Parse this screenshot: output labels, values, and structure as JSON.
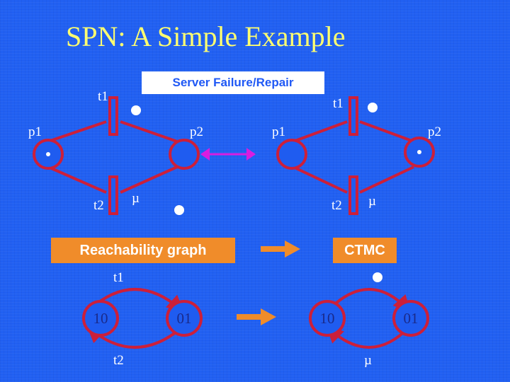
{
  "title": "SPN: A Simple Example",
  "banners": {
    "server": "Server Failure/Repair",
    "reachability": "Reachability graph",
    "ctmc": "CTMC"
  },
  "left_net": {
    "t1": "t1",
    "t2": "t2",
    "p1": "p1",
    "p2": "p2",
    "rate": "µ"
  },
  "right_net": {
    "t1": "t1",
    "t2": "t2",
    "p1": "p1",
    "p2": "p2",
    "rate": "µ"
  },
  "reach_graph": {
    "t1": "t1",
    "t2": "t2",
    "state_a": "10",
    "state_b": "01"
  },
  "ctmc_graph": {
    "state_a": "10",
    "state_b": "01",
    "rate": "µ"
  },
  "colors": {
    "background": "#2160f2",
    "title": "#ffff70",
    "arc": "#cc1f3a",
    "place_fill": "#1f5cf0",
    "state_fill": "#1f5cf0",
    "orange_banner": "#f08c2a",
    "arrow_orange": "#f08c2a",
    "double_arrow": "#d81de0"
  }
}
